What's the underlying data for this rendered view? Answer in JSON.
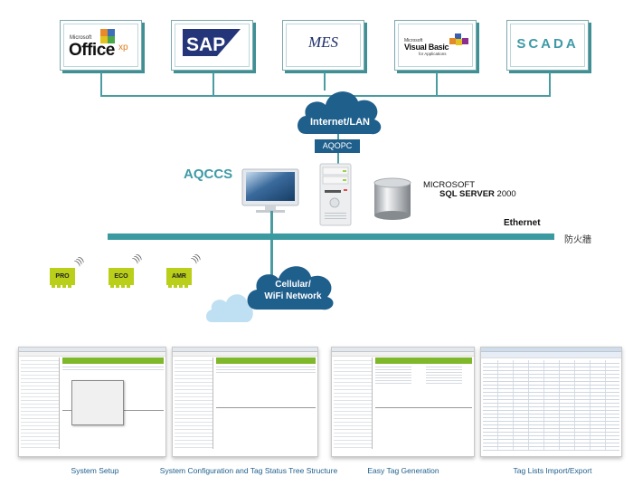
{
  "applications": [
    {
      "name": "Microsoft Office XP",
      "brand_small": "Microsoft",
      "brand_main": "Office",
      "brand_suffix": "xp"
    },
    {
      "name": "SAP",
      "label": "SAP"
    },
    {
      "name": "MES",
      "label": "MES"
    },
    {
      "name": "Microsoft Visual Basic for Applications",
      "brand_small": "Microsoft",
      "brand_main": "Visual Basic",
      "brand_sub": "for Applications"
    },
    {
      "name": "SCADA",
      "label": "SCADA"
    }
  ],
  "network": {
    "internet_cloud": "Internet/LAN",
    "opc_server": "AQOPC",
    "client_label": "AQCCS",
    "database_vendor": "MICROSOFT",
    "database_product": "SQL SERVER",
    "database_version": "2000",
    "bus_label": "Ethernet",
    "firewall_label": "防火牆",
    "wireless_cloud_line1": "Cellular/",
    "wireless_cloud_line2": "WiFi Network"
  },
  "devices": [
    {
      "label": "PRO"
    },
    {
      "label": "ECO"
    },
    {
      "label": "AMR"
    }
  ],
  "screenshots": [
    {
      "caption": "System Setup"
    },
    {
      "caption": "System Configuration and Tag Status Tree Structure"
    },
    {
      "caption": "Easy Tag Generation"
    },
    {
      "caption": "Tag Lists Import/Export"
    }
  ],
  "colors": {
    "teal": "#3a9aa0",
    "cloud_blue": "#1f5f8c",
    "light_cloud": "#bfe0f2",
    "device_green": "#b9cf1a",
    "screen_header_green": "#7fb82a",
    "caption_blue": "#1f5f8c"
  }
}
